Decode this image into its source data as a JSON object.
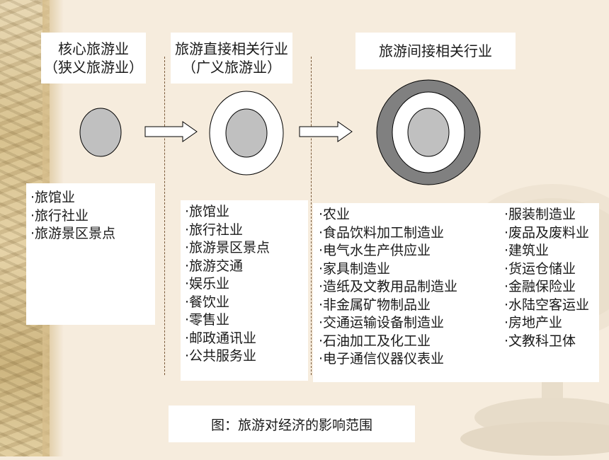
{
  "columns": {
    "core": {
      "title_line1": "核心旅游业",
      "title_line2": "（狭义旅游业）",
      "items": [
        "·旅馆业",
        "·旅行社业",
        "·旅游景区景点"
      ]
    },
    "direct": {
      "title_line1": "旅游直接相关行业",
      "title_line2": "（广义旅游业）",
      "items": [
        "·旅馆业",
        "·旅行社业",
        "·旅游景区景点",
        "·旅游交通",
        "·娱乐业",
        "·餐饮业",
        "·零售业",
        "·邮政通讯业",
        "·公共服务业"
      ]
    },
    "indirect": {
      "title_line1": "旅游间接相关行业",
      "items_left": [
        "·农业",
        "·食品饮料加工制造业",
        "·电气水生产供应业",
        "·家具制造业",
        "·造纸及文教用品制造业",
        "·非金属矿物制品业",
        "·交通运输设备制造业",
        "·石油加工及化工业",
        "·电子通信仪器仪表业"
      ],
      "items_right": [
        "·服装制造业",
        "·废品及废料业",
        "·建筑业",
        "·货运仓储业",
        "·金融保险业",
        "·水陆空客运业",
        "·房地产业",
        "·文教科卫体"
      ]
    }
  },
  "caption": "图：旅游对经济的影响范围",
  "colors": {
    "inner_circle": "#c0c0c0",
    "ring_light": "#ffffff",
    "ring_dark": "#808080",
    "outline": "#000000",
    "dashed_line": "#7a5a3a"
  }
}
